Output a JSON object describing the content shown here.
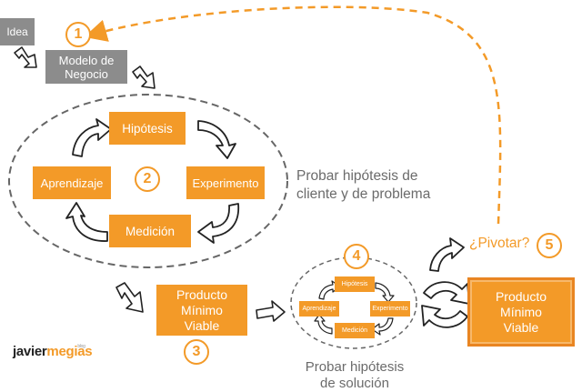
{
  "boxes": {
    "idea": "Idea",
    "modelo_line1": "Modelo de",
    "modelo_line2": "Negocio",
    "hipotesis": "Hipótesis",
    "experimento": "Experimento",
    "medicion": "Medición",
    "aprendizaje": "Aprendizaje",
    "mvp_left": {
      "line1": "Producto",
      "line2": "Mínimo",
      "line3": "Viable"
    },
    "mvp_right": {
      "line1": "Producto",
      "line2": "Mínimo",
      "line3": "Viable"
    },
    "mini_hipotesis": "Hipótesis",
    "mini_experimento": "Experimento",
    "mini_medicion": "Medición",
    "mini_aprendizaje": "Aprendizaje"
  },
  "numbers": {
    "n1": "1",
    "n2": "2",
    "n3": "3",
    "n4": "4",
    "n5": "5"
  },
  "labels": {
    "probar1_line1": "Probar hipótesis de",
    "probar1_line2": "cliente y de problema",
    "probar2_line1": "Probar hipótesis",
    "probar2_line2": "de solución",
    "pivotar": "¿Pivotar?"
  },
  "logo": {
    "part1": "javier",
    "part2": "megias",
    "tag": "blog"
  },
  "colors": {
    "orange": "#f39a28",
    "gray": "#8c8c8c",
    "text_gray": "#6b6b6b",
    "mvp_border": "#e98522"
  }
}
